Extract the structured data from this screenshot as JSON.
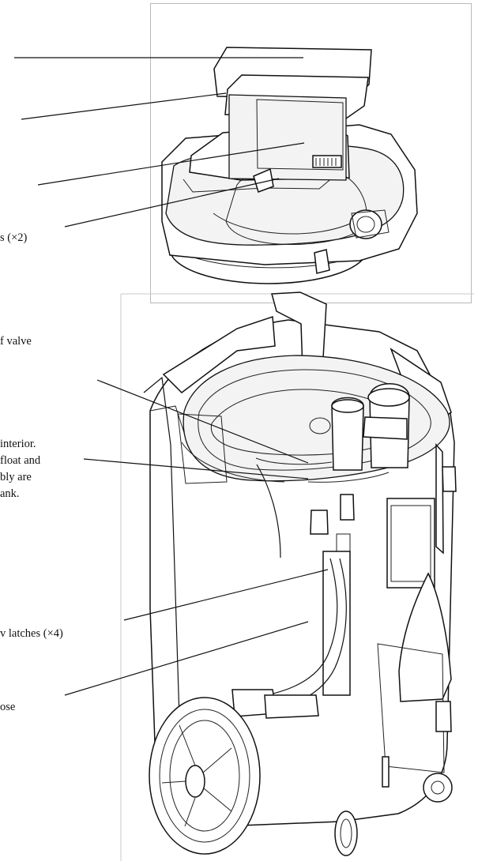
{
  "callouts": [
    {
      "id": "partial-1",
      "text": "s (×2)"
    },
    {
      "id": "partial-2",
      "text": "f valve"
    },
    {
      "id": "partial-3",
      "lines": [
        "interior.",
        "float and",
        "bly are",
        "ank."
      ]
    },
    {
      "id": "partial-4",
      "text": "v latches (×4)"
    },
    {
      "id": "partial-5",
      "text": "ose"
    }
  ]
}
